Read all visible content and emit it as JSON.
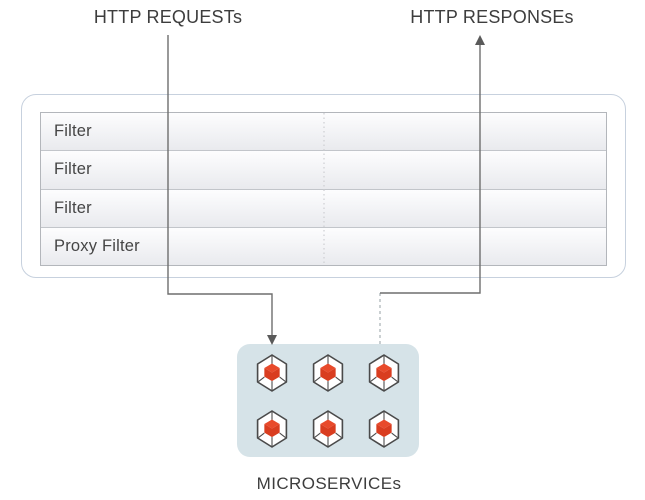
{
  "diagram": {
    "labels": {
      "requests": "HTTP REQUESTs",
      "responses": "HTTP RESPONSEs",
      "microservices": "MICROSERVICEs"
    },
    "filter_stack": {
      "rows": [
        {
          "label": "Filter"
        },
        {
          "label": "Filter"
        },
        {
          "label": "Filter"
        },
        {
          "label": "Proxy Filter"
        }
      ]
    },
    "microservices": {
      "count": 6,
      "icon": "hexagon-cube-icon"
    },
    "icons": {
      "request_flow": "arrow-down-icon",
      "response_flow": "arrow-up-icon",
      "service": "hexagon-cube-icon"
    }
  },
  "colors": {
    "line-gray": "#6e6e6e",
    "box-border": "#c7d1de",
    "table-border": "#b3b6bb",
    "row-separator": "#c2c5ca",
    "row-top": "#fdfdfe",
    "row-bottom": "#e9eaee",
    "services-bg": "#d6e3e8",
    "cube-red": "#e84a2b",
    "cube-red-dark": "#d93d20",
    "hex-stroke": "#4a4a4a",
    "text-color": "#3d3d3d",
    "dotted-line": "#cdced2",
    "faint-line": "#a8b0b4"
  }
}
